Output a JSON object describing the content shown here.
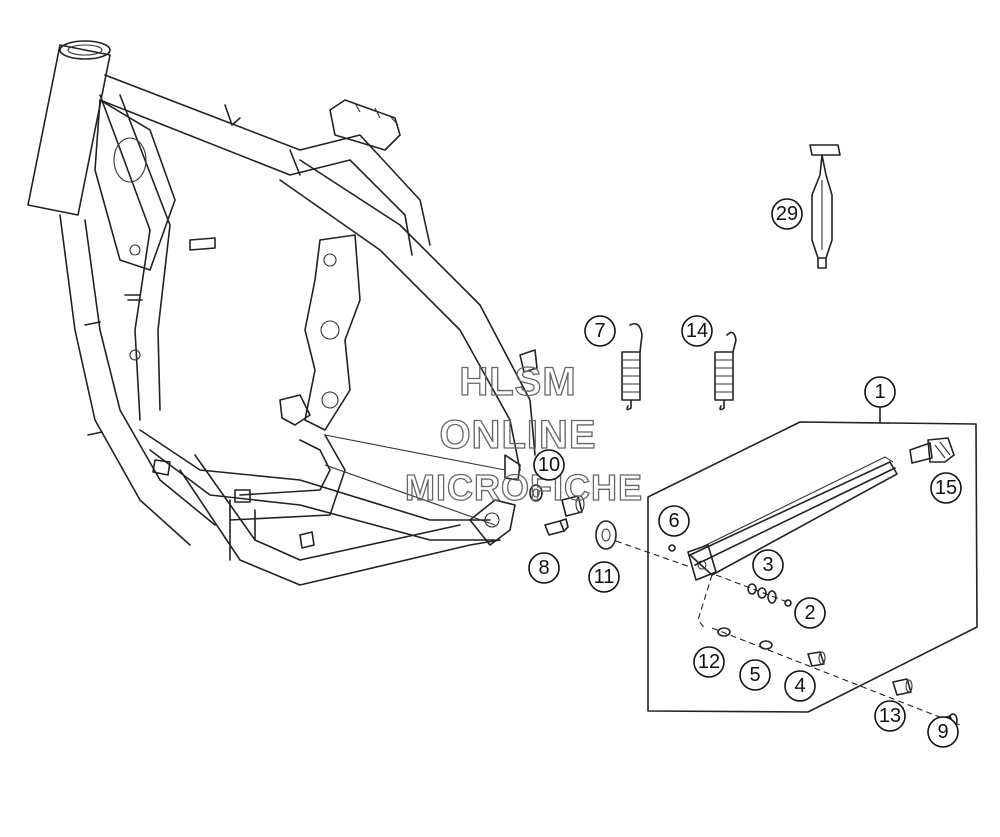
{
  "watermark": {
    "line1": "HLSM",
    "line2": "ONLINE",
    "line3": "MICROFICHE"
  },
  "callouts": [
    {
      "id": "c1",
      "label": "1"
    },
    {
      "id": "c2",
      "label": "2"
    },
    {
      "id": "c3",
      "label": "3"
    },
    {
      "id": "c4",
      "label": "4"
    },
    {
      "id": "c5",
      "label": "5"
    },
    {
      "id": "c6",
      "label": "6"
    },
    {
      "id": "c7",
      "label": "7"
    },
    {
      "id": "c8",
      "label": "8"
    },
    {
      "id": "c9",
      "label": "9"
    },
    {
      "id": "c10",
      "label": "10"
    },
    {
      "id": "c11",
      "label": "11"
    },
    {
      "id": "c12",
      "label": "12"
    },
    {
      "id": "c13",
      "label": "13"
    },
    {
      "id": "c14",
      "label": "14"
    },
    {
      "id": "c15",
      "label": "15"
    },
    {
      "id": "c29",
      "label": "29"
    }
  ],
  "colors": {
    "line": "#222222",
    "background": "#ffffff",
    "watermark": "#666666"
  }
}
